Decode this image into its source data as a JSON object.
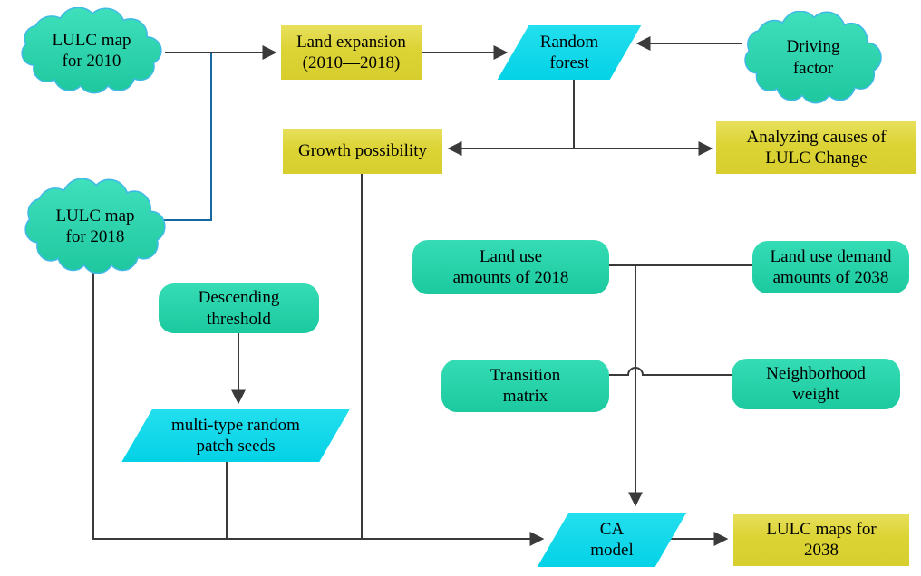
{
  "figure": {
    "background": "#ffffff",
    "colors": {
      "cloud_fill": "#2bd2ab",
      "cloud_outline": "#3fb9e6",
      "rounded_rect_fill": "#1fcda2",
      "parallelogram_fill": "#0fd6e8",
      "process_rect_fill": "#ddd435",
      "connector": "#3a3a3a",
      "connector_blue": "#1668a0"
    },
    "nodes": {
      "lulc_map_2010": {
        "shape": "cloud",
        "line1": "LULC map",
        "line2": "for 2010"
      },
      "land_expansion": {
        "shape": "rectangle",
        "line1": "Land expansion",
        "line2": "(2010—2018)"
      },
      "random_forest": {
        "shape": "parallelogram",
        "line1": "Random",
        "line2": "forest"
      },
      "driving_factor": {
        "shape": "cloud",
        "line1": "Driving",
        "line2": "factor"
      },
      "growth_possibility": {
        "shape": "rectangle",
        "line1": "Growth possibility"
      },
      "analyzing_causes": {
        "shape": "rectangle",
        "line1": "Analyzing causes of",
        "line2": "LULC Change"
      },
      "lulc_map_2018": {
        "shape": "cloud",
        "line1": "LULC map",
        "line2": "for 2018"
      },
      "descending_threshold": {
        "shape": "rounded",
        "line1": "Descending",
        "line2": "threshold"
      },
      "patch_seeds": {
        "shape": "parallelogram",
        "line1": "multi-type random",
        "line2": "patch seeds"
      },
      "land_use_2018": {
        "shape": "rounded",
        "line1": "Land use",
        "line2": "amounts of 2018"
      },
      "land_demand_2038": {
        "shape": "rounded",
        "line1": "Land use demand",
        "line2": "amounts of 2038"
      },
      "transition_matrix": {
        "shape": "rounded",
        "line1": "Transition",
        "line2": "matrix"
      },
      "neighborhood_weight": {
        "shape": "rounded",
        "line1": "Neighborhood",
        "line2": "weight"
      },
      "ca_model": {
        "shape": "parallelogram",
        "line1": "CA",
        "line2": "model"
      },
      "lulc_maps_2038": {
        "shape": "rectangle",
        "line1": "LULC maps for",
        "line2": "2038"
      }
    }
  }
}
